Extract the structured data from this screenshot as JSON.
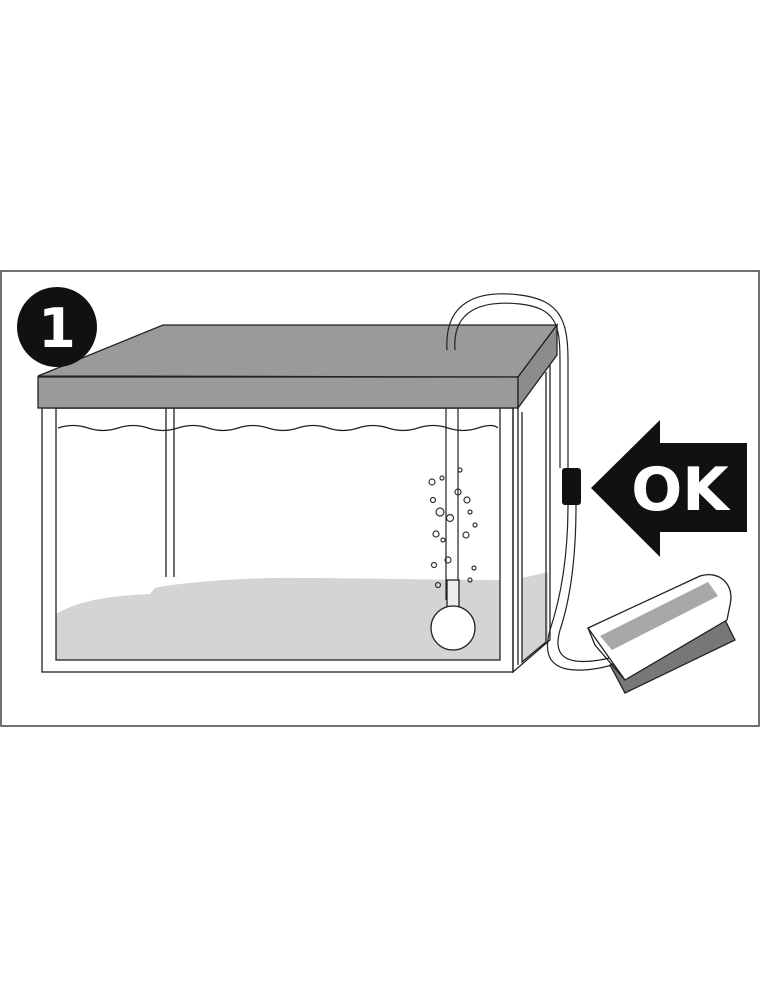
{
  "step_badge": {
    "number": "1",
    "color": "#111111"
  },
  "callout": {
    "label": "OK",
    "arrow_direction": "left",
    "color": "#111111"
  },
  "colors": {
    "lid": "#9a9a9a",
    "gravel": "#d4d4d4",
    "pump_stripe": "#a8a8a8",
    "line": "#222222"
  },
  "illustration": {
    "frame": "step-panel",
    "items": [
      "aquarium-tank",
      "lid",
      "airline-tube",
      "check-valve",
      "air-stone",
      "bubbles",
      "air-pump"
    ]
  }
}
